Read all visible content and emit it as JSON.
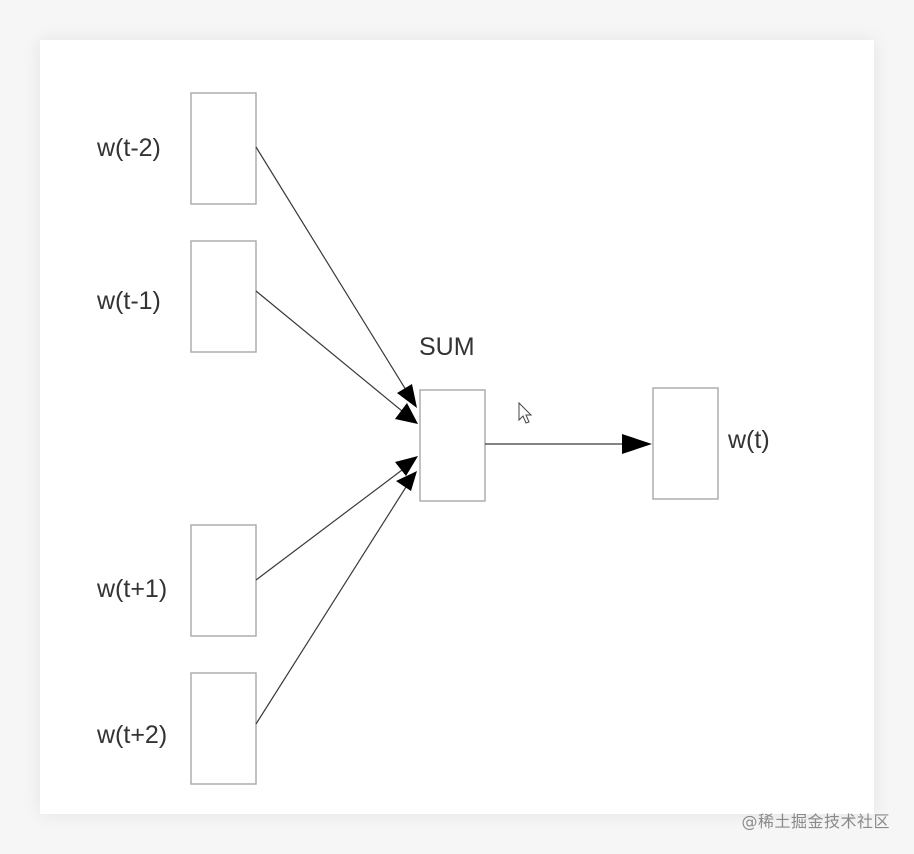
{
  "diagram": {
    "inputs": [
      {
        "label": "w(t-2)"
      },
      {
        "label": "w(t-1)"
      },
      {
        "label": "w(t+1)"
      },
      {
        "label": "w(t+2)"
      }
    ],
    "sum": {
      "label": "SUM"
    },
    "output": {
      "label": "w(t)"
    }
  },
  "watermark": "@稀土掘金技术社区",
  "colors": {
    "box_border": "#a9a9a9",
    "edge": "#3a3a3a",
    "arrowhead": "#000000",
    "text": "#333333"
  }
}
